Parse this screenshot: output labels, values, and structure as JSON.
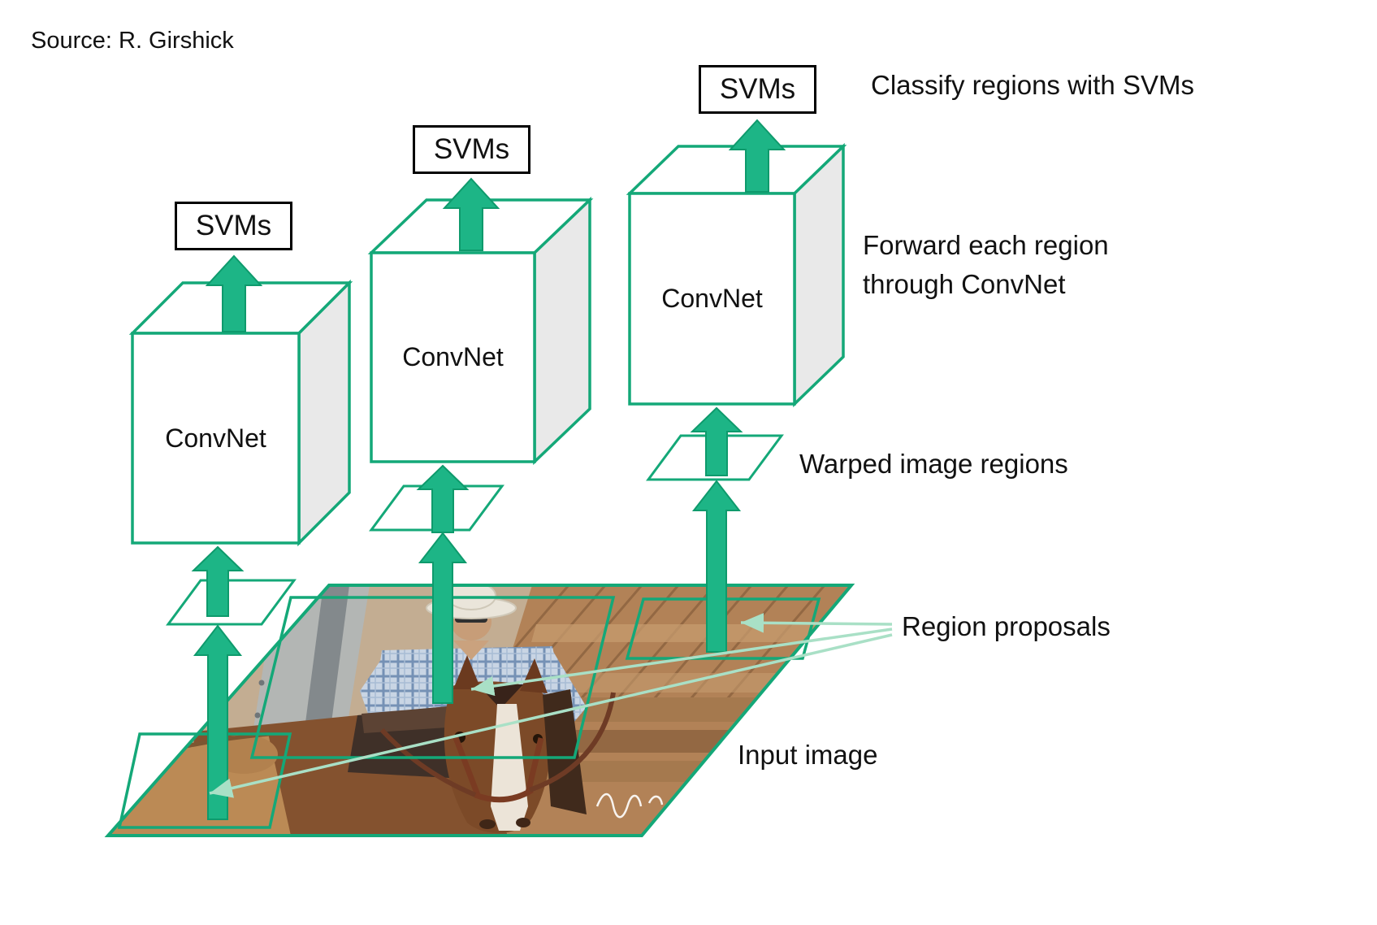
{
  "source_credit": "Source: R. Girshick",
  "nodes": {
    "svms": "SVMs",
    "convnet": "ConvNet"
  },
  "labels": {
    "classify": "Classify regions with SVMs",
    "forward_line1": "Forward each region",
    "forward_line2": "through ConvNet",
    "warped": "Warped image regions",
    "region_proposals": "Region proposals",
    "input_image": "Input image"
  },
  "colors": {
    "diagram_green": "#14a878",
    "arrow_green": "#1db586",
    "light_green_pointer": "#a9e0c6",
    "box_side_gray": "#e9e9e9",
    "svm_box_border": "#000000",
    "text": "#111111"
  }
}
